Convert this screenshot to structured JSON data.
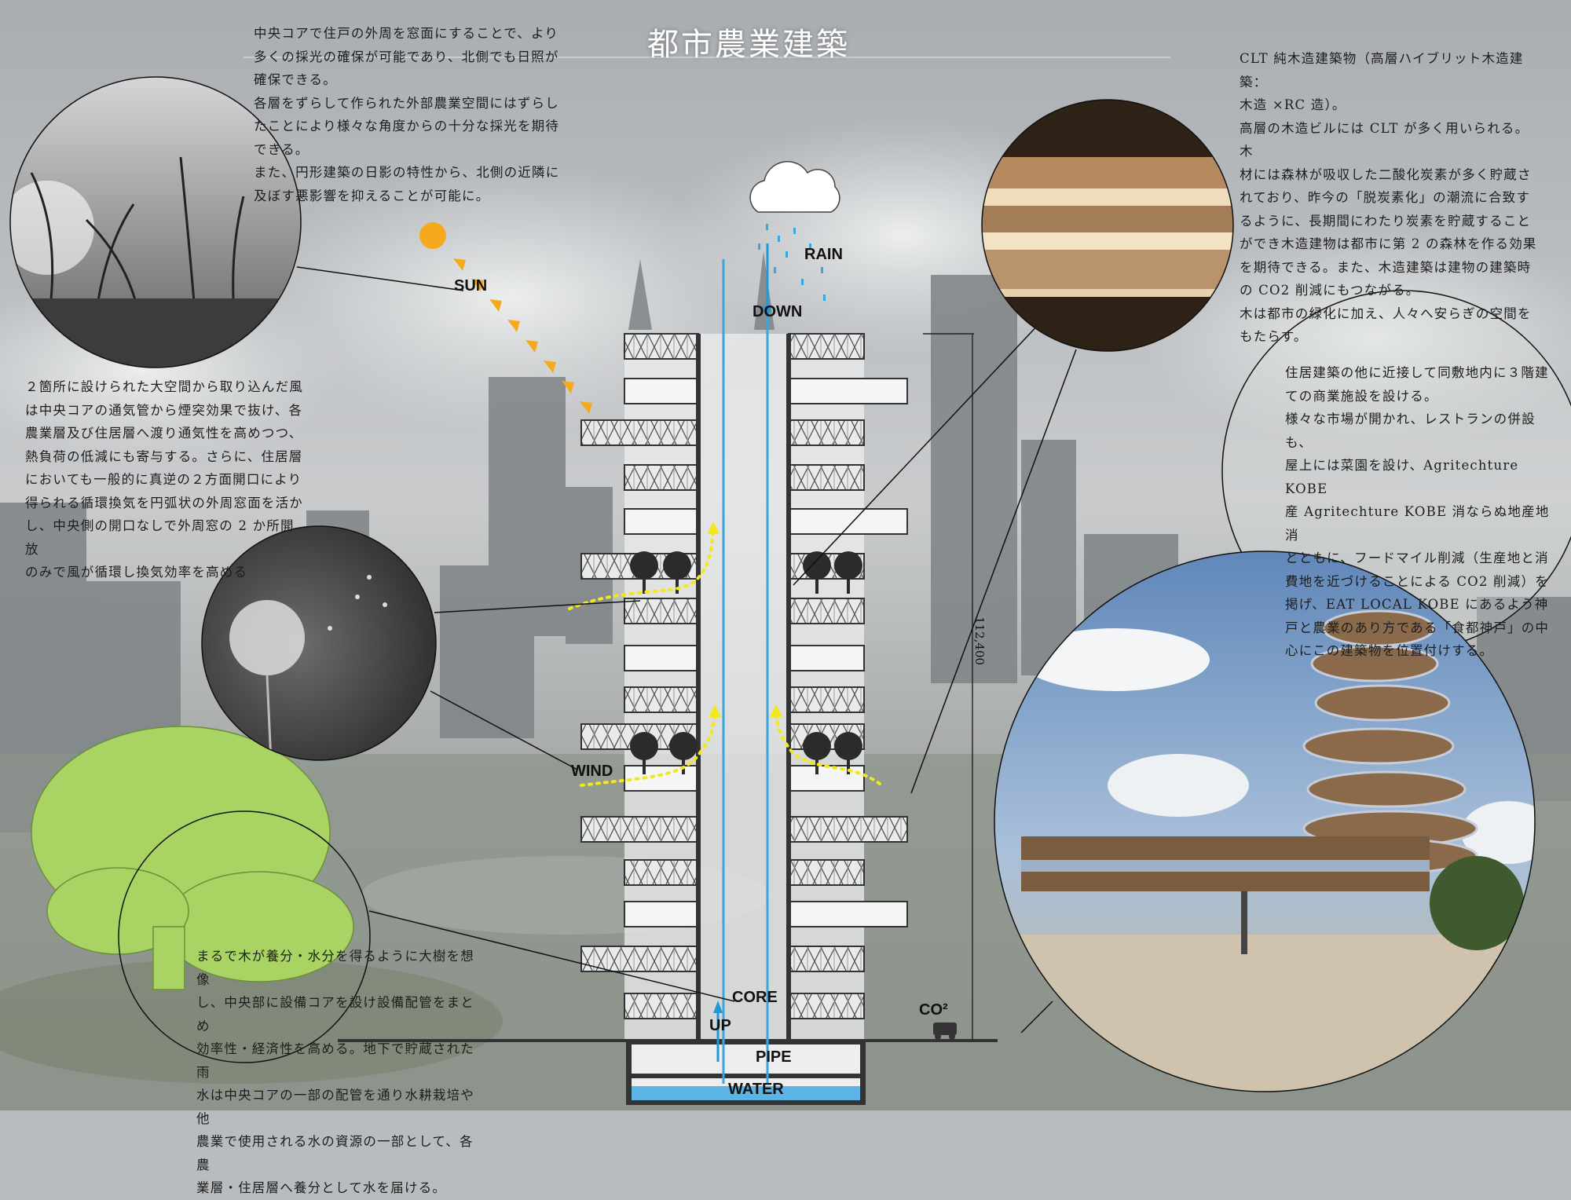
{
  "title": "都市農業建築",
  "texts": {
    "daylight": [
      "中央コアで住戸の外周を窓面にすることで、より",
      "多くの採光の確保が可能であり、北側でも日照が",
      "確保できる。",
      "各層をずらして作られた外部農業空間にはずらし",
      "たことにより様々な角度からの十分な採光を期待",
      "できる。",
      "また、円形建築の日影の特性から、北側の近隣に",
      "及ぼす悪影響を抑えることが可能に。"
    ],
    "clt": [
      "CLT 純木造建築物（高層ハイブリット木造建築：",
      "木造 ×RC 造）。",
      "高層の木造ビルには CLT が多く用いられる。木",
      "材には森林が吸収した二酸化炭素が多く貯蔵さ",
      "れており、昨今の「脱炭素化」の潮流に合致す",
      "るように、長期間にわたり炭素を貯蔵すること",
      "ができ木造建物は都市に第 2 の森林を作る効果",
      "を期待できる。また、木造建築は建物の建築時",
      "の CO2 削減にもつながる。",
      "木は都市の緑化に加え、人々へ安らぎの空間を",
      "もたらす。"
    ],
    "wind": [
      "２箇所に設けられた大空間から取り込んだ風",
      "は中央コアの通気管から煙突効果で抜け、各",
      "農業層及び住居層へ渡り通気性を高めつつ、",
      "熱負荷の低減にも寄与する。さらに、住居層",
      "においても一般的に真逆の２方面開口により",
      "得られる循環換気を円弧状の外周窓面を活か",
      "し、中央側の開口なしで外周窓の 2 か所開放",
      "のみで風が循環し換気効率を高める"
    ],
    "commercial": [
      "住居建築の他に近接して同敷地内に３階建",
      "ての商業施設を設ける。",
      "様々な市場が開かれ、レストランの併設も、",
      "屋上には菜園を設け、Agritechture KOBE",
      "産 Agritechture KOBE 消ならぬ地産地消",
      "とともに、フードマイル削減（生産地と消",
      "費地を近づけることによる CO2 削減）を",
      "掲げ、EAT LOCAL KOBE にあるよう神",
      "戸と農業のあり方である「食都神戸」の中",
      "心にこの建築物を位置付けする。"
    ],
    "water": [
      "まるで木が養分・水分を得るように大樹を想像",
      "し、中央部に設備コアを設け設備配管をまとめ",
      "効率性・経済性を高める。地下で貯蔵された雨",
      "水は中央コアの一部の配管を通り水耕栽培や他",
      "農業で使用される水の資源の一部として、各農",
      "業層・住居層へ養分として水を届ける。"
    ]
  },
  "labels": {
    "sun": "SUN",
    "rain": "RAIN",
    "down": "DOWN",
    "wind": "WIND",
    "core": "CORE",
    "up": "UP",
    "pipe": "PIPE",
    "water": "WATER",
    "co2": "CO²",
    "height": "112,400"
  },
  "colors": {
    "sun": "#f5a91c",
    "water": "#4fb3e6",
    "wind": "#f2e81a",
    "tree": "#a9d463"
  }
}
